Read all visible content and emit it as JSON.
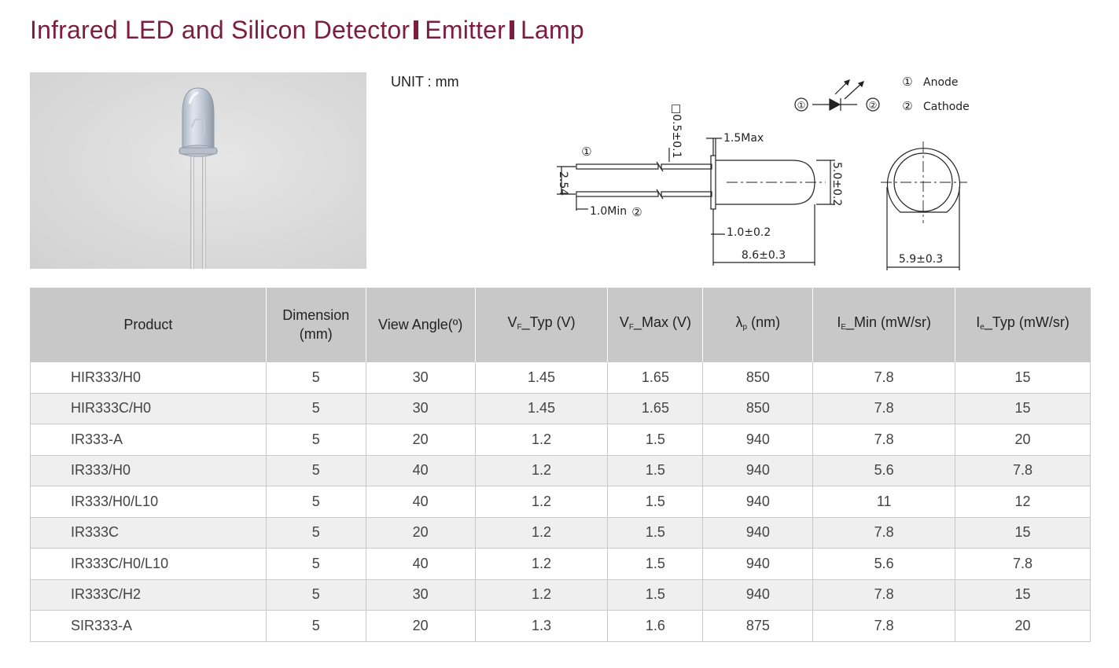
{
  "title": {
    "part1": "Infrared LED and Silicon Detector",
    "part2": "Emitter",
    "part3": "Lamp"
  },
  "unit_label": "UNIT : mm",
  "drawing": {
    "legend_anode_num": "①",
    "legend_anode": "Anode",
    "legend_cathode_num": "②",
    "legend_cathode": "Cathode",
    "pin1": "①",
    "pin2": "②",
    "dim_lead_square": "□0.5±0.1",
    "dim_flange": "1.5Max",
    "dim_pitch": "2.54",
    "dim_lead_min": "1.0Min",
    "dim_diameter": "5.0±0.2",
    "dim_flange_thick": "1.0±0.2",
    "dim_height": "8.6±0.3",
    "dim_flange_dia": "5.9±0.3"
  },
  "table": {
    "headers": {
      "product": "Product",
      "dimension_l1": "Dimension",
      "dimension_l2": "(mm)",
      "view_angle": "View Angle(º)",
      "vf_typ_main": "V",
      "vf_typ_sub": "F",
      "vf_typ_rest": "_Typ (V)",
      "vf_max_main": "V",
      "vf_max_sub": "F",
      "vf_max_rest": "_Max (V)",
      "lambda_main": "λ",
      "lambda_sub": "p",
      "lambda_rest": " (nm)",
      "ie_min_main": "I",
      "ie_min_sub": "E",
      "ie_min_rest": "_Min (mW/sr)",
      "ie_typ_main": "I",
      "ie_typ_sub": "e",
      "ie_typ_rest": "_Typ (mW/sr)"
    },
    "rows": [
      {
        "product": "HIR333/H0",
        "dimension": "5",
        "view_angle": "30",
        "vf_typ": "1.45",
        "vf_max": "1.65",
        "lambda": "850",
        "ie_min": "7.8",
        "ie_typ": "15"
      },
      {
        "product": "HIR333C/H0",
        "dimension": "5",
        "view_angle": "30",
        "vf_typ": "1.45",
        "vf_max": "1.65",
        "lambda": "850",
        "ie_min": "7.8",
        "ie_typ": "15"
      },
      {
        "product": "IR333-A",
        "dimension": "5",
        "view_angle": "20",
        "vf_typ": "1.2",
        "vf_max": "1.5",
        "lambda": "940",
        "ie_min": "7.8",
        "ie_typ": "20"
      },
      {
        "product": "IR333/H0",
        "dimension": "5",
        "view_angle": "40",
        "vf_typ": "1.2",
        "vf_max": "1.5",
        "lambda": "940",
        "ie_min": "5.6",
        "ie_typ": "7.8"
      },
      {
        "product": "IR333/H0/L10",
        "dimension": "5",
        "view_angle": "40",
        "vf_typ": "1.2",
        "vf_max": "1.5",
        "lambda": "940",
        "ie_min": "11",
        "ie_typ": "12"
      },
      {
        "product": "IR333C",
        "dimension": "5",
        "view_angle": "20",
        "vf_typ": "1.2",
        "vf_max": "1.5",
        "lambda": "940",
        "ie_min": "7.8",
        "ie_typ": "15"
      },
      {
        "product": "IR333C/H0/L10",
        "dimension": "5",
        "view_angle": "40",
        "vf_typ": "1.2",
        "vf_max": "1.5",
        "lambda": "940",
        "ie_min": "5.6",
        "ie_typ": "7.8"
      },
      {
        "product": "IR333C/H2",
        "dimension": "5",
        "view_angle": "30",
        "vf_typ": "1.2",
        "vf_max": "1.5",
        "lambda": "940",
        "ie_min": "7.8",
        "ie_typ": "15"
      },
      {
        "product": "SIR333-A",
        "dimension": "5",
        "view_angle": "20",
        "vf_typ": "1.3",
        "vf_max": "1.6",
        "lambda": "875",
        "ie_min": "7.8",
        "ie_typ": "20"
      }
    ]
  },
  "colors": {
    "title": "#7c1d3f",
    "header_bg": "#c8c8c8",
    "alt_row_bg": "#efefef"
  }
}
